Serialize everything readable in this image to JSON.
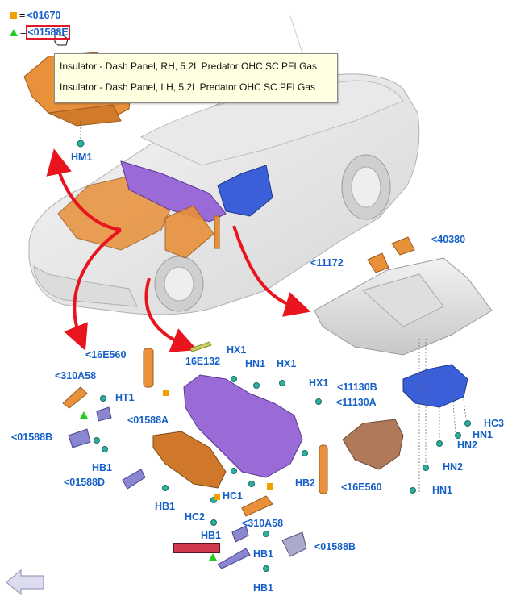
{
  "legend": {
    "square_ref": "<01670",
    "triangle_ref": "<01588E",
    "equals": "="
  },
  "tooltip": {
    "lines": [
      "Insulator - Dash Panel, RH, 5.2L Predator OHC SC PFI Gas",
      "Insulator - Dash Panel, LH, 5.2L Predator OHC SC PFI Gas"
    ]
  },
  "callouts": {
    "hm1": "HM1",
    "c40380": "<40380",
    "c11172": "<11172",
    "c16e560_top": "<16E560",
    "c16e132": "16E132",
    "hx1_a": "HX1",
    "hn1_a": "HN1",
    "hx1_b": "HX1",
    "hx1_c": "HX1",
    "c310a58_top": "<310A58",
    "ht1": "HT1",
    "c11130b": "<11130B",
    "c11130a": "<11130A",
    "hc3": "HC3",
    "hn1_b": "HN1",
    "hn2_a": "HN2",
    "c01588a": "<01588A",
    "c01588b_left": "<01588B",
    "hb1_a": "HB1",
    "c01588d": "<01588D",
    "hb1_b": "HB1",
    "hc1": "HC1",
    "hb2": "HB2",
    "c16e560_bot": "<16E560",
    "hn2_b": "HN2",
    "hn1_c": "HN1",
    "hc2": "HC2",
    "c310a58_bot": "<310A58",
    "hb1_c": "HB1",
    "hb1_d": "HB1",
    "c01588b_right": "<01588B",
    "hb1_e": "HB1"
  },
  "colors": {
    "link": "#1560c8",
    "orange_part": "#e8903a",
    "purple_part": "#9a6ad6",
    "blue_part": "#3a5fd8",
    "brown_part": "#b07a5a",
    "arrow_red": "#e8141e",
    "fastener_teal": "#2ab0a0",
    "tooltip_bg": "#ffffe1"
  },
  "icons": {
    "cursor": "hand-pointer-icon",
    "back": "back-arrow-icon"
  }
}
